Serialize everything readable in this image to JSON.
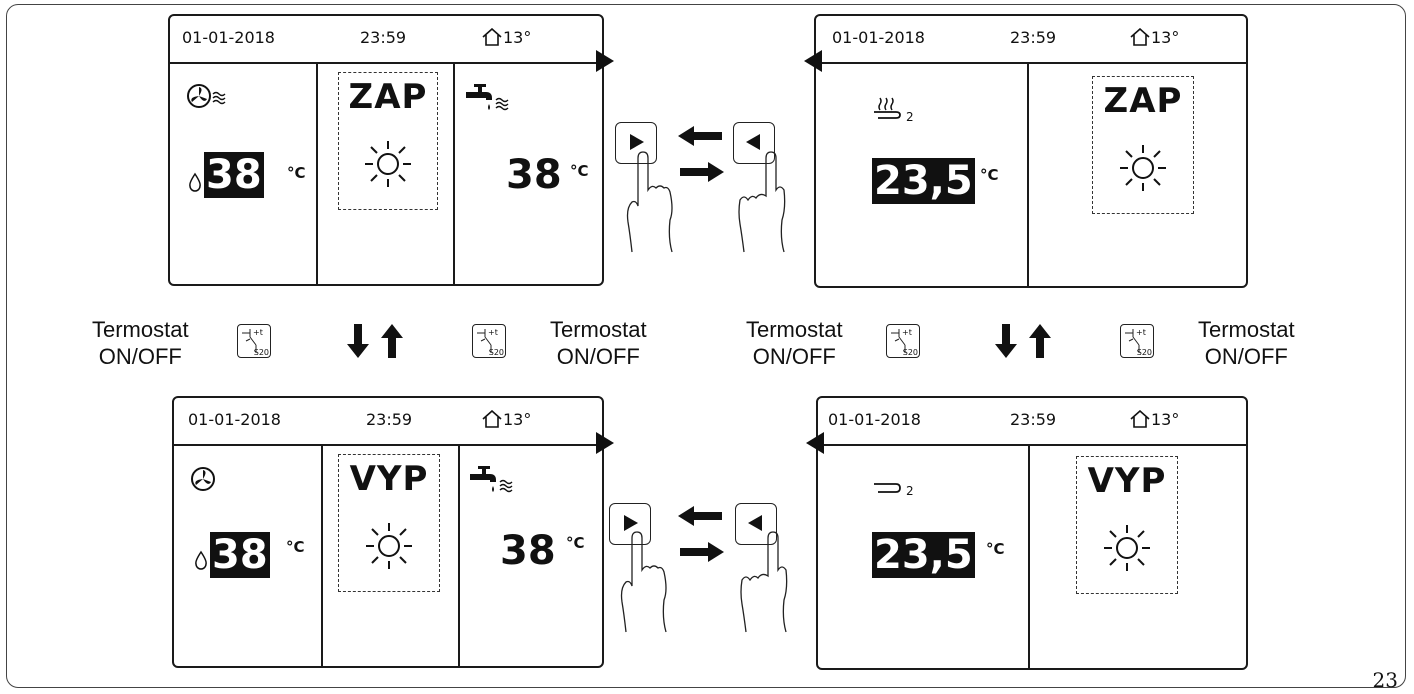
{
  "page_number": "23",
  "status": {
    "date": "01-01-2018",
    "time": "23:59",
    "outdoor": "13°"
  },
  "screens": {
    "top_left": {
      "mode": "ZAP",
      "water_temp": "38",
      "unit": "°C",
      "dhw_temp": "38",
      "dhw_unit": "°C"
    },
    "top_right": {
      "zone_index": "2",
      "temp": "23,5",
      "unit": "°C",
      "mode": "ZAP"
    },
    "bottom_left": {
      "mode": "VYP",
      "water_temp": "38",
      "unit": "°C",
      "dhw_temp": "38",
      "dhw_unit": "°C"
    },
    "bottom_right": {
      "zone_index": "2",
      "temp": "23,5",
      "unit": "°C",
      "mode": "VYP"
    }
  },
  "thermostat": {
    "line1": "Termostat",
    "line2": "ON/OFF",
    "switch_code": "S20",
    "switch_mark": "+t"
  },
  "icons": [
    "fan-icon",
    "tap-icon",
    "sun-icon",
    "floor-heating-icon",
    "drop-icon",
    "home-icon",
    "hand-icon",
    "arrow-icon"
  ]
}
